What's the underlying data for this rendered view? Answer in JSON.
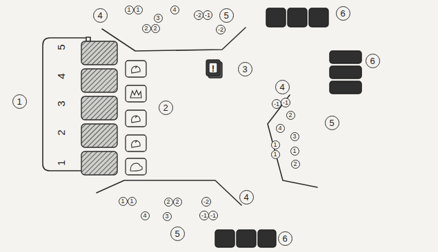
{
  "diagram": {
    "nodes": [
      {
        "text": [
          "1"
        ]
      },
      {
        "text": [
          "1"
        ]
      },
      {
        "text": [
          "4"
        ]
      },
      {
        "text": [
          "-2"
        ]
      },
      {
        "text": [
          "-1"
        ]
      },
      {
        "text": [
          "3"
        ]
      },
      {
        "text": [
          "2"
        ]
      },
      {
        "text": [
          "2"
        ]
      },
      {
        "text": [
          "-2"
        ]
      },
      {
        "text": [
          "-1"
        ]
      },
      {
        "text": [
          "-1"
        ]
      },
      {
        "text": [
          "2"
        ]
      },
      {
        "text": [
          "4"
        ]
      },
      {
        "text": [
          "3"
        ]
      },
      {
        "text": [
          "1"
        ]
      },
      {
        "text": [
          "1"
        ]
      },
      {
        "text": [
          "1"
        ]
      },
      {
        "text": [
          "2"
        ]
      },
      {
        "text": [
          "1"
        ]
      },
      {
        "text": [
          "1"
        ]
      },
      {
        "text": [
          "2"
        ]
      },
      {
        "text": [
          "2"
        ]
      },
      {
        "text": [
          "-2"
        ]
      },
      {
        "text": [
          "4"
        ]
      },
      {
        "text": [
          "3"
        ]
      },
      {
        "text": [
          "-1"
        ]
      },
      {
        "text": [
          "-1"
        ]
      }
    ],
    "labels": [
      "1",
      "5",
      "4",
      "3",
      "2",
      "1",
      "2",
      "!",
      "3",
      "4",
      "5",
      "6",
      "4",
      "5",
      "6",
      "4",
      "5",
      "6"
    ]
  }
}
